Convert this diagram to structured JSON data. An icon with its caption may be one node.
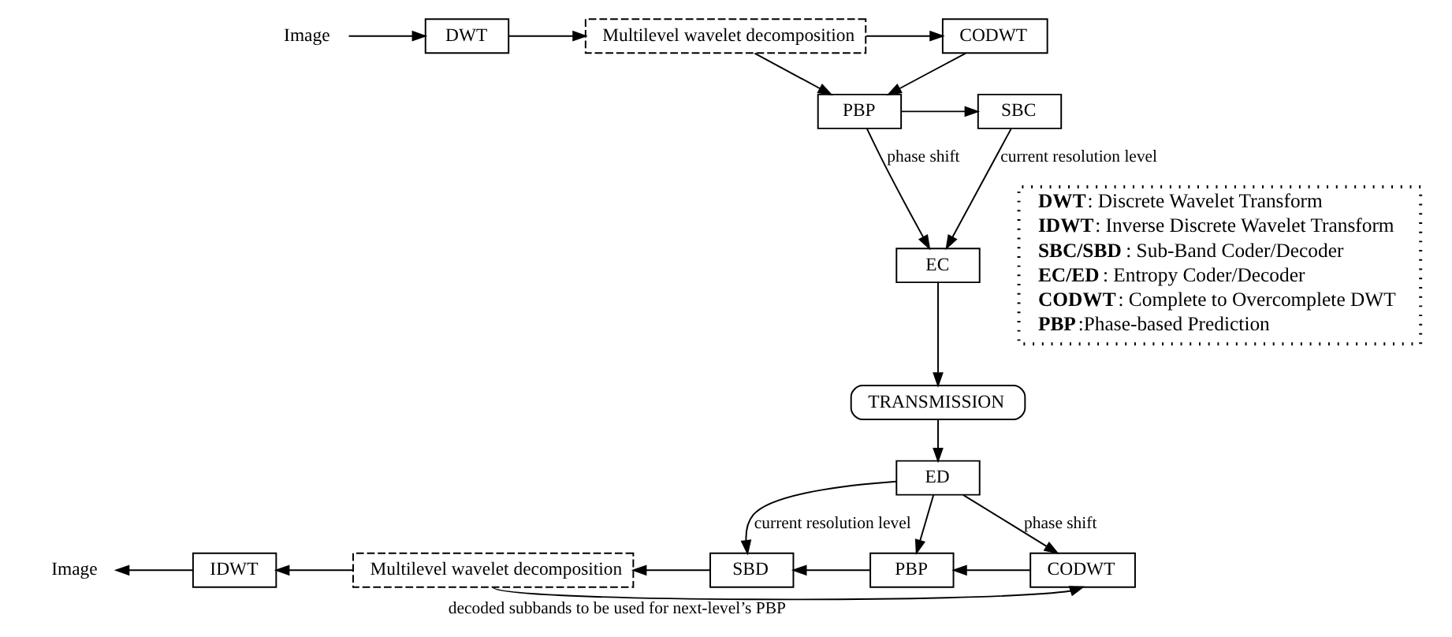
{
  "diagram": {
    "nodes": [
      {
        "text": [
          "Image"
        ]
      },
      {
        "text": [
          "DWT"
        ]
      },
      {
        "text": [
          "Multilevel wavelet decomposition"
        ]
      },
      {
        "text": [
          "CODWT"
        ]
      },
      {
        "text": [
          "PBP"
        ]
      },
      {
        "text": [
          "SBC"
        ]
      },
      {
        "text": [
          "EC"
        ]
      },
      {
        "text": [
          "TRANSMISSION"
        ]
      },
      {
        "text": [
          "ED"
        ]
      },
      {
        "text": [
          "Image"
        ]
      },
      {
        "text": [
          "IDWT"
        ]
      },
      {
        "text": [
          "Multilevel wavelet decomposition"
        ]
      },
      {
        "text": [
          "SBD"
        ]
      },
      {
        "text": [
          "PBP"
        ]
      },
      {
        "text": [
          "CODWT"
        ]
      },
      {
        "text": [
          "**DWT**: Discrete Wavelet Transform",
          "**IDWT**: Inverse Discrete Wavelet Transform",
          "**SBC/SBD**: Sub-Band Coder/Decoder",
          "**EC/ED**: Entropy Coder/Decoder",
          "**CODWT**: Complete to Overcomplete DWT",
          "**PBP**:Phase-based Prediction"
        ]
      }
    ],
    "edges": [
      {
        "from": 0,
        "to": 1,
        "arrow": "to"
      },
      {
        "from": 1,
        "to": 2,
        "arrow": "to"
      },
      {
        "from": 2,
        "to": 3,
        "arrow": "to"
      },
      {
        "from": 3,
        "to": 4,
        "arrow": "to"
      },
      {
        "from": 2,
        "to": 4,
        "arrow": "to"
      },
      {
        "from": 4,
        "to": 5,
        "arrow": "to"
      },
      {
        "from": 4,
        "to": 6,
        "arrow": "to",
        "label": "phase shift"
      },
      {
        "from": 5,
        "to": 6,
        "arrow": "to",
        "label": "current resolution level"
      },
      {
        "from": 6,
        "to": 7,
        "arrow": "to"
      },
      {
        "from": 7,
        "to": 8,
        "arrow": "to"
      },
      {
        "from": 8,
        "to": 12,
        "arrow": "to",
        "label": "current resolution level"
      },
      {
        "from": 8,
        "to": 14,
        "arrow": "to",
        "label": "phase shift"
      },
      {
        "from": 8,
        "to": 13,
        "arrow": "to"
      },
      {
        "from": 14,
        "to": 13,
        "arrow": "to"
      },
      {
        "from": 13,
        "to": 12,
        "arrow": "to"
      },
      {
        "from": 12,
        "to": 11,
        "arrow": "to"
      },
      {
        "from": 11,
        "to": 10,
        "arrow": "to"
      },
      {
        "from": 10,
        "to": 9,
        "arrow": "to"
      },
      {
        "from": 11,
        "to": 14,
        "arrow": "to",
        "label": "decoded subbands to be used for next-level’s PBP"
      }
    ]
  }
}
